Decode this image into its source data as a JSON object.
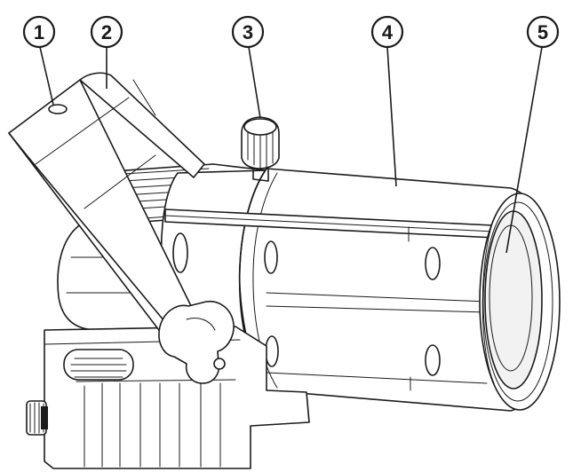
{
  "callouts": [
    {
      "label": "1"
    },
    {
      "label": "2"
    },
    {
      "label": "3"
    },
    {
      "label": "4"
    },
    {
      "label": "5"
    }
  ]
}
